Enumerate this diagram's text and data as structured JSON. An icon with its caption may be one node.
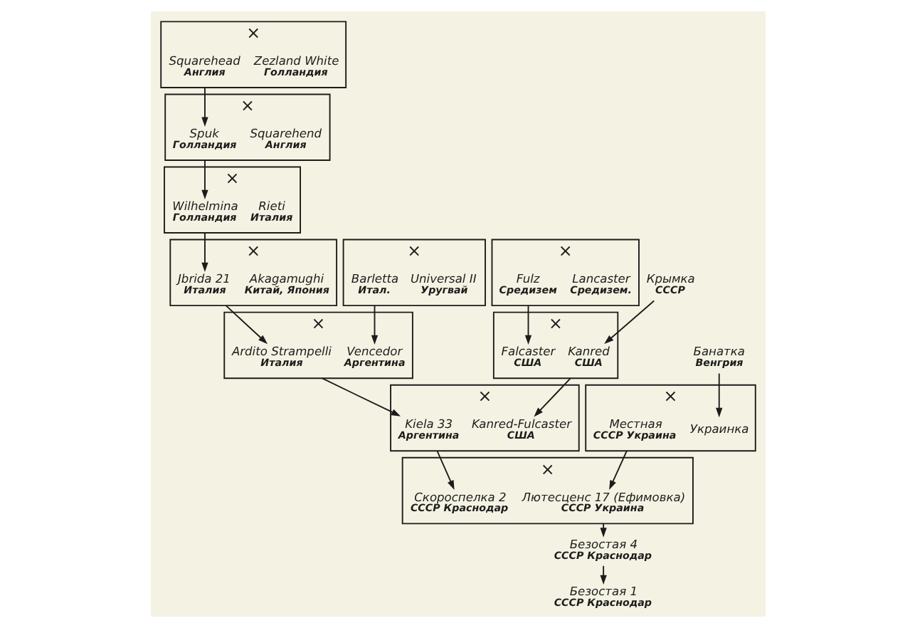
{
  "diagram": {
    "nodes": [
      {
        "text": [
          "×"
        ]
      },
      {
        "text": [
          "Squarehead",
          "Англия"
        ],
        "in": 0
      },
      {
        "text": [
          "Zezland White",
          "Голландия"
        ],
        "in": 0
      },
      {
        "text": [
          "×"
        ]
      },
      {
        "text": [
          "Spuk",
          "Голландия"
        ],
        "in": 3
      },
      {
        "text": [
          "Squarehend",
          "Англия"
        ],
        "in": 3
      },
      {
        "text": [
          "×"
        ]
      },
      {
        "text": [
          "Wilhelmina",
          "Голландия"
        ],
        "in": 6
      },
      {
        "text": [
          "Rieti",
          "Италия"
        ],
        "in": 6
      },
      {
        "text": [
          "×"
        ]
      },
      {
        "text": [
          "Jbrida 21",
          "Италия"
        ],
        "in": 9
      },
      {
        "text": [
          "Akagamughi",
          "Китай, Япония"
        ],
        "in": 9
      },
      {
        "text": [
          "×"
        ]
      },
      {
        "text": [
          "Barletta",
          "Итал."
        ],
        "in": 12
      },
      {
        "text": [
          "Universal II",
          "Уругвай"
        ],
        "in": 12
      },
      {
        "text": [
          "×"
        ]
      },
      {
        "text": [
          "Fulz",
          "Средизем"
        ],
        "in": 15
      },
      {
        "text": [
          "Lancaster",
          "Средизем."
        ],
        "in": 15
      },
      {
        "text": [
          "Крымка",
          "СССР"
        ]
      },
      {
        "text": [
          "×"
        ]
      },
      {
        "text": [
          "Ardito Strampelli",
          "Италия"
        ],
        "in": 19
      },
      {
        "text": [
          "Vencedor",
          "Аргентина"
        ],
        "in": 19
      },
      {
        "text": [
          "×"
        ]
      },
      {
        "text": [
          "Kanred",
          "США"
        ],
        "in": 22
      },
      {
        "text": [
          "Falcaster",
          "США"
        ],
        "in": 22
      },
      {
        "text": [
          "Банатка",
          "Венгрия"
        ]
      },
      {
        "text": [
          "×"
        ]
      },
      {
        "text": [
          "Местная",
          "СССР Украина"
        ],
        "in": 26
      },
      {
        "text": [
          "Украинка"
        ],
        "in": 26
      },
      {
        "text": [
          "×"
        ]
      },
      {
        "text": [
          "Kiela 33",
          "Аргентина"
        ],
        "in": 29
      },
      {
        "text": [
          "Kanred-Fulcaster",
          "США"
        ],
        "in": 29
      },
      {
        "text": [
          "×"
        ]
      },
      {
        "text": [
          "Лютесценс 17 (Ефимовка)",
          "СССР Украина"
        ],
        "in": 32
      },
      {
        "text": [
          "Скороспелка 2",
          "СССР Краснодар"
        ],
        "in": 32
      },
      {
        "text": [
          "Безостая 4",
          "СССР Краснодар"
        ]
      },
      {
        "text": [
          "Безостая 1",
          "СССР Краснодар"
        ]
      }
    ],
    "edges": [
      {
        "from": 0,
        "to": 4,
        "arrow": "to"
      },
      {
        "from": 3,
        "to": 7,
        "arrow": "to"
      },
      {
        "from": 6,
        "to": 10,
        "arrow": "to"
      },
      {
        "from": 9,
        "to": 20,
        "arrow": "to"
      },
      {
        "from": 12,
        "to": 21,
        "arrow": "to"
      },
      {
        "from": 15,
        "to": 24,
        "arrow": "to"
      },
      {
        "from": 18,
        "to": 23,
        "arrow": "to"
      },
      {
        "from": 19,
        "to": 30,
        "arrow": "to"
      },
      {
        "from": 22,
        "to": 31,
        "arrow": "to"
      },
      {
        "from": 25,
        "to": 28,
        "arrow": "to"
      },
      {
        "from": 26,
        "to": 33,
        "arrow": "to"
      },
      {
        "from": 29,
        "to": 34,
        "arrow": "to"
      },
      {
        "from": 32,
        "to": 35,
        "arrow": "to"
      },
      {
        "from": 35,
        "to": 36,
        "arrow": "to"
      }
    ]
  }
}
